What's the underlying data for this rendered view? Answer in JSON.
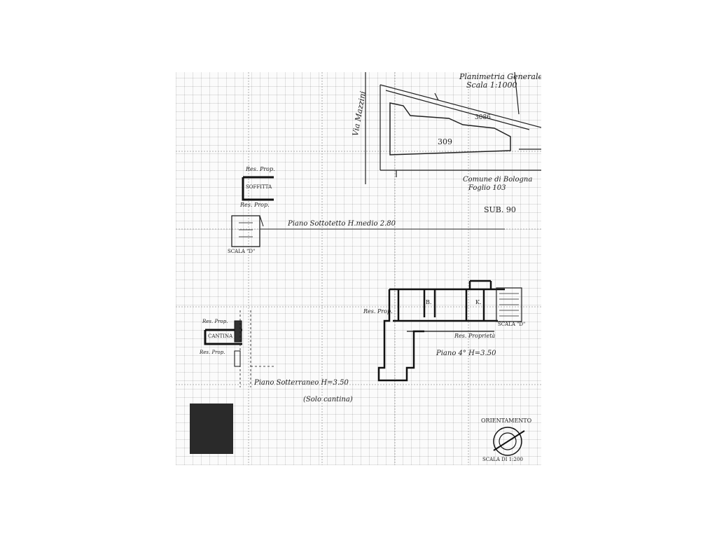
{
  "title_block": {
    "title": "Planimetria Generale",
    "scale": "Scala 1:1000"
  },
  "site_plan": {
    "street": "Via Mazzini",
    "parcel_main": "309",
    "parcel_adjacent": "3086",
    "municipality": "Comune di Bologna",
    "sheet": "Foglio 103"
  },
  "sub": "SUB. 90",
  "attic": {
    "caption": "Piano Sottotetto H.medio 2.80",
    "room": "SOFFITTA",
    "owner_top": "Res. Prop.",
    "owner_bottom": "Res. Prop.",
    "stair": "SCALA \"D\""
  },
  "fourth_floor": {
    "caption": "Piano 4° H=3.50",
    "owner_left": "Res. Prop.",
    "owner_corridor": "Res. Proprietà",
    "stair": "SCALA \"D\"",
    "room_b": "B.",
    "room_k": "K."
  },
  "basement": {
    "caption": "Piano Sotterraneo H=3.50",
    "note": "(Solo cantina)",
    "room": "CANTINA",
    "owner_top": "Res. Prop.",
    "owner_bottom": "Res. Prop."
  },
  "orientation": {
    "label": "ORIENTAMENTO",
    "scale": "SCALA DI 1:200"
  }
}
